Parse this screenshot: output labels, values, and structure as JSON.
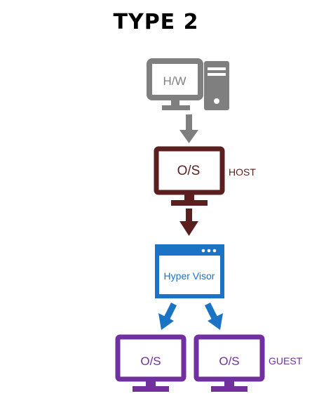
{
  "title": "TYPE 2",
  "hardware": {
    "label": "H/W"
  },
  "host": {
    "screen_label": "O/S",
    "side_label": "HOST"
  },
  "hypervisor": {
    "label": "Hyper Visor"
  },
  "guests": [
    {
      "screen_label": "O/S"
    },
    {
      "screen_label": "O/S"
    }
  ],
  "guest_side_label": "GUEST",
  "colors": {
    "hardware": "#7f7f7f",
    "host": "#5c1f1f",
    "hypervisor": "#1a73c5",
    "guest": "#7030a0",
    "title": "#000000"
  }
}
